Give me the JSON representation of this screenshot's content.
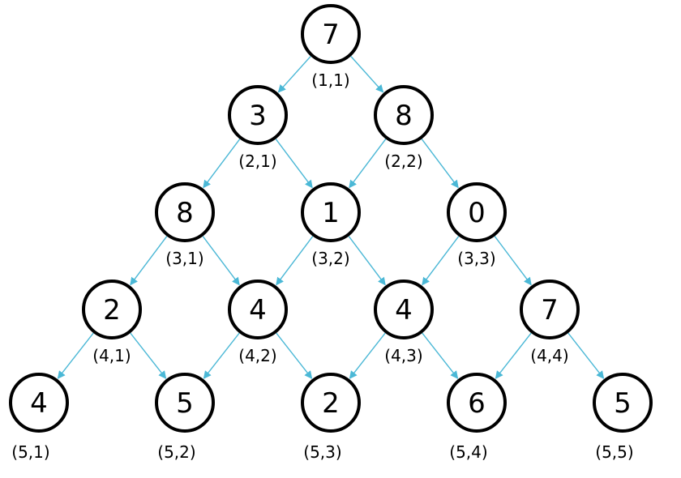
{
  "triangle": {
    "edge_color": "#4BB8D6",
    "rows": [
      [
        {
          "value": "7",
          "label": "(1,1)"
        }
      ],
      [
        {
          "value": "3",
          "label": "(2,1)"
        },
        {
          "value": "8",
          "label": "(2,2)"
        }
      ],
      [
        {
          "value": "8",
          "label": "(3,1)"
        },
        {
          "value": "1",
          "label": "(3,2)"
        },
        {
          "value": "0",
          "label": "(3,3)"
        }
      ],
      [
        {
          "value": "2",
          "label": "(4,1)"
        },
        {
          "value": "4",
          "label": "(4,2)"
        },
        {
          "value": "4",
          "label": "(4,3)"
        },
        {
          "value": "7",
          "label": "(4,4)"
        }
      ],
      [
        {
          "value": "4",
          "label": "(5,1)"
        },
        {
          "value": "5",
          "label": "(5,2)"
        },
        {
          "value": "2",
          "label": "(5,3)"
        },
        {
          "value": "6",
          "label": "(5,4)"
        },
        {
          "value": "5",
          "label": "(5,5)"
        }
      ]
    ]
  }
}
